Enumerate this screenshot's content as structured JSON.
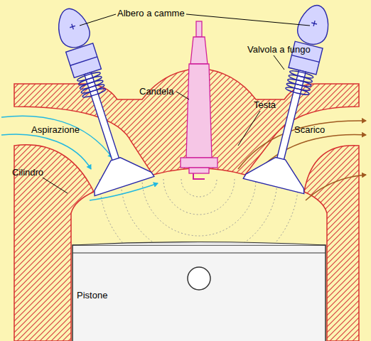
{
  "diagram": {
    "labels": [
      "Albero a camme",
      "Valvola a fungo",
      "Candela",
      "Testa",
      "Aspirazione",
      "Scarico",
      "Cilindro",
      "Pistone"
    ]
  }
}
